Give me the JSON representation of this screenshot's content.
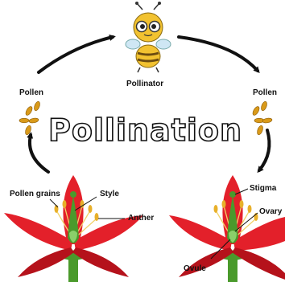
{
  "title": "Pollination",
  "labels": {
    "pollinator": "Pollinator",
    "pollen_left": "Pollen",
    "pollen_right": "Pollen",
    "pollen_grains": "Pollen grains",
    "style": "Style",
    "anther": "Anther",
    "stigma": "Stigma",
    "ovary": "Ovary",
    "ovule": "Ovule"
  },
  "colors": {
    "petal": "#e3202a",
    "petal_dark": "#b5121b",
    "stem": "#4a9a2c",
    "pollen": "#d99a1a",
    "bee": "#f2c230",
    "arrow": "#111111"
  },
  "icons": [
    "bee-icon",
    "pollen-icon",
    "flower-icon",
    "arrow-icon"
  ]
}
